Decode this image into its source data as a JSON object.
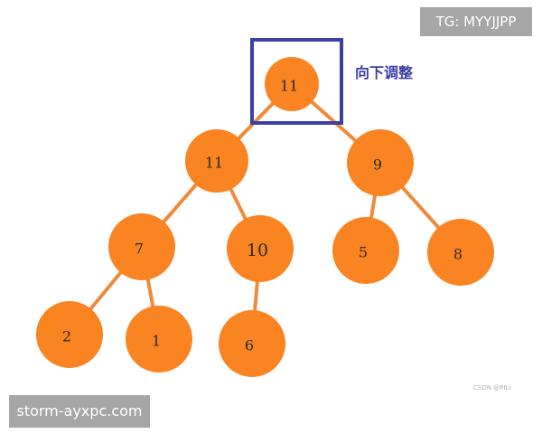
{
  "diagram": {
    "nodes": [
      {
        "id": "n0",
        "label": "11"
      },
      {
        "id": "n1",
        "label": "11"
      },
      {
        "id": "n2",
        "label": "9"
      },
      {
        "id": "n3",
        "label": "7"
      },
      {
        "id": "n4",
        "label": "10"
      },
      {
        "id": "n5",
        "label": "5"
      },
      {
        "id": "n6",
        "label": "8"
      },
      {
        "id": "n7",
        "label": "2"
      },
      {
        "id": "n8",
        "label": "1"
      },
      {
        "id": "n9",
        "label": "6"
      }
    ],
    "edges": [
      [
        "n0",
        "n1"
      ],
      [
        "n0",
        "n2"
      ],
      [
        "n1",
        "n3"
      ],
      [
        "n1",
        "n4"
      ],
      [
        "n2",
        "n5"
      ],
      [
        "n2",
        "n6"
      ],
      [
        "n3",
        "n7"
      ],
      [
        "n3",
        "n8"
      ],
      [
        "n4",
        "n9"
      ]
    ],
    "highlighted_node": "n0",
    "annotation": "向下调整",
    "colors": {
      "node_fill": "#fa8322",
      "edge": "#ee8a3a",
      "highlight_box": "#3b3fa6",
      "annotation_text": "#3b3fa6"
    }
  },
  "watermarks": {
    "top_right": "TG: MYYJJPP",
    "bottom_left": "storm-ayxpc.com",
    "csdn": "CSDN @PILI"
  }
}
